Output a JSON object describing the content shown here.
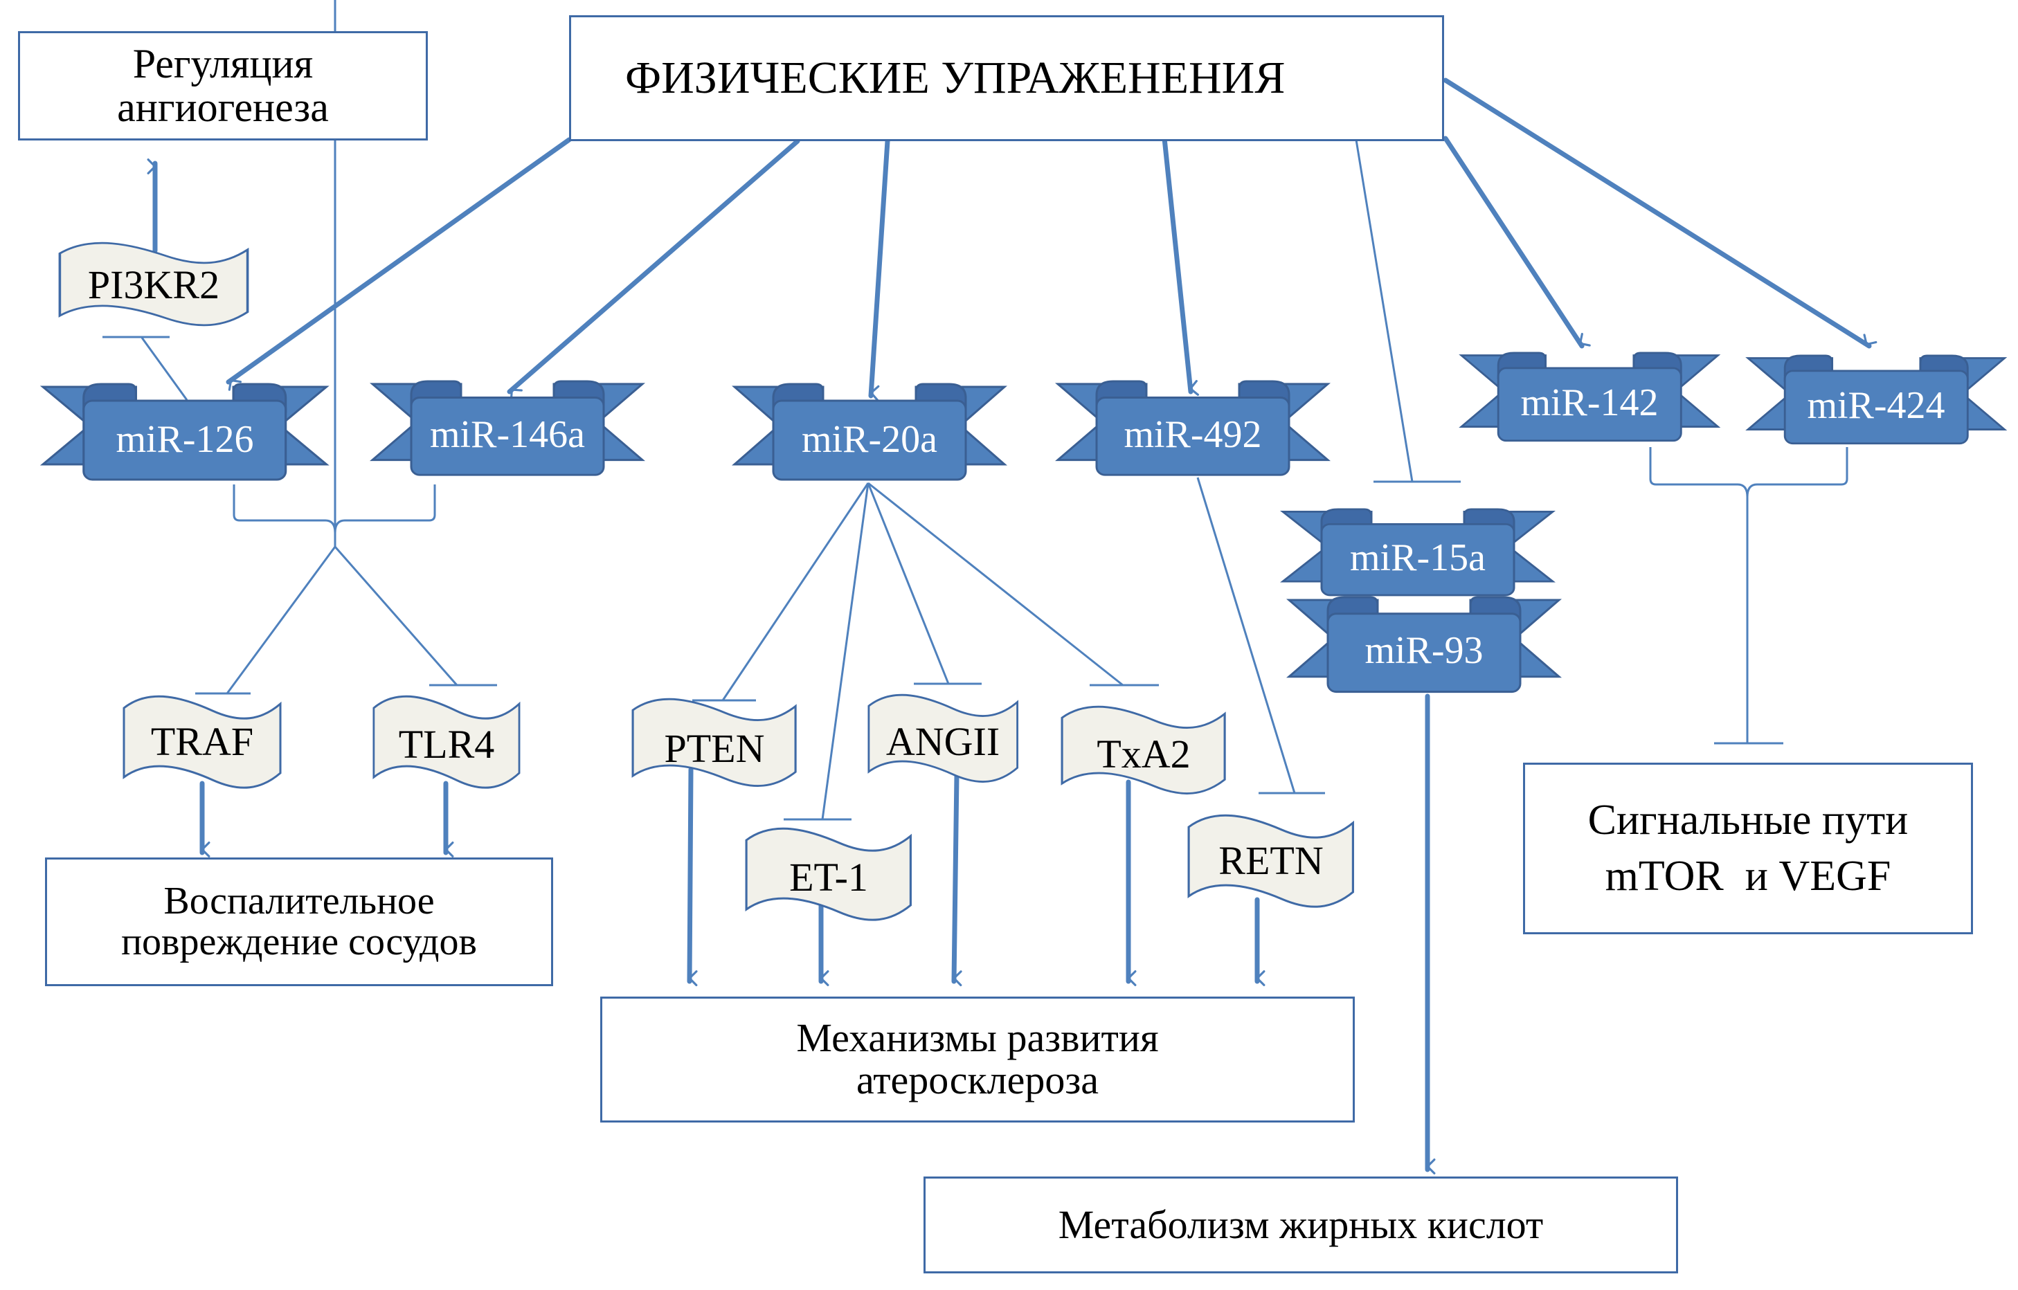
{
  "colors": {
    "accent": "#4f81bd",
    "accent_dark": "#3a5f93",
    "stroke": "#3f6aa6",
    "flag_fill": "#f2f1ea",
    "text": "#000000",
    "ribbon_text": "#ffffff"
  },
  "title": "ФИЗИЧЕСКИЕ УПРАЖЕНЕНИЯ",
  "outcomes": {
    "angiogenesis": [
      "Регуляция",
      "ангиогенеза"
    ],
    "inflammation": [
      "Воспалительное",
      "повреждение сосудов"
    ],
    "atherosclerosis": [
      "Механизмы развития",
      "атеросклероза"
    ],
    "fatty_acids": [
      "Метаболизм жирных кислот"
    ],
    "signaling": [
      "Сигнальные пути",
      "mTOR  и VEGF"
    ]
  },
  "mirnas": {
    "mir126": "miR-126",
    "mir146a": "miR-146a",
    "mir20a": "miR-20a",
    "mir492": "miR-492",
    "mir142": "miR-142",
    "mir424": "miR-424",
    "mir15a": "miR-15a",
    "mir93": "miR-93"
  },
  "targets": {
    "pi3kr2": "PI3KR2",
    "traf": "TRAF",
    "tlr4": "TLR4",
    "pten": "PTEN",
    "et1": "ET-1",
    "angii": "ANGII",
    "txa2": "TxA2",
    "retn": "RETN"
  },
  "edges": [
    {
      "from": "title",
      "to": "miR-126",
      "type": "activation"
    },
    {
      "from": "title",
      "to": "miR-146a",
      "type": "activation"
    },
    {
      "from": "title",
      "to": "miR-20a",
      "type": "activation"
    },
    {
      "from": "title",
      "to": "miR-492",
      "type": "activation"
    },
    {
      "from": "title",
      "to": "miR-15a/miR-93",
      "type": "inhibition"
    },
    {
      "from": "title",
      "to": "miR-142",
      "type": "activation"
    },
    {
      "from": "title",
      "to": "miR-424",
      "type": "activation"
    },
    {
      "from": "miR-126",
      "to": "PI3KR2",
      "type": "inhibition"
    },
    {
      "from": "PI3KR2",
      "to": "Регуляция ангиогенеза",
      "type": "activation"
    },
    {
      "from": "miR-126 + miR-146a",
      "to": "TRAF",
      "type": "inhibition"
    },
    {
      "from": "miR-126 + miR-146a",
      "to": "TLR4",
      "type": "inhibition"
    },
    {
      "from": "TRAF",
      "to": "Воспалительное повреждение сосудов",
      "type": "activation"
    },
    {
      "from": "TLR4",
      "to": "Воспалительное повреждение сосудов",
      "type": "activation"
    },
    {
      "from": "miR-20a",
      "to": "PTEN",
      "type": "inhibition"
    },
    {
      "from": "miR-20a",
      "to": "ET-1",
      "type": "inhibition"
    },
    {
      "from": "miR-20a",
      "to": "ANGII",
      "type": "inhibition"
    },
    {
      "from": "miR-20a",
      "to": "TxA2",
      "type": "inhibition"
    },
    {
      "from": "miR-492",
      "to": "RETN",
      "type": "inhibition"
    },
    {
      "from": "PTEN",
      "to": "Механизмы развития атеросклероза",
      "type": "activation"
    },
    {
      "from": "ET-1",
      "to": "Механизмы развития атеросклероза",
      "type": "activation"
    },
    {
      "from": "ANGII",
      "to": "Механизмы развития атеросклероза",
      "type": "activation"
    },
    {
      "from": "TxA2",
      "to": "Механизмы развития атеросклероза",
      "type": "activation"
    },
    {
      "from": "RETN",
      "to": "Механизмы развития атеросклероза",
      "type": "activation"
    },
    {
      "from": "miR-93",
      "to": "Метаболизм жирных кислот",
      "type": "activation"
    },
    {
      "from": "miR-142 + miR-424",
      "to": "Сигнальные пути mTOR и VEGF",
      "type": "inhibition"
    }
  ]
}
